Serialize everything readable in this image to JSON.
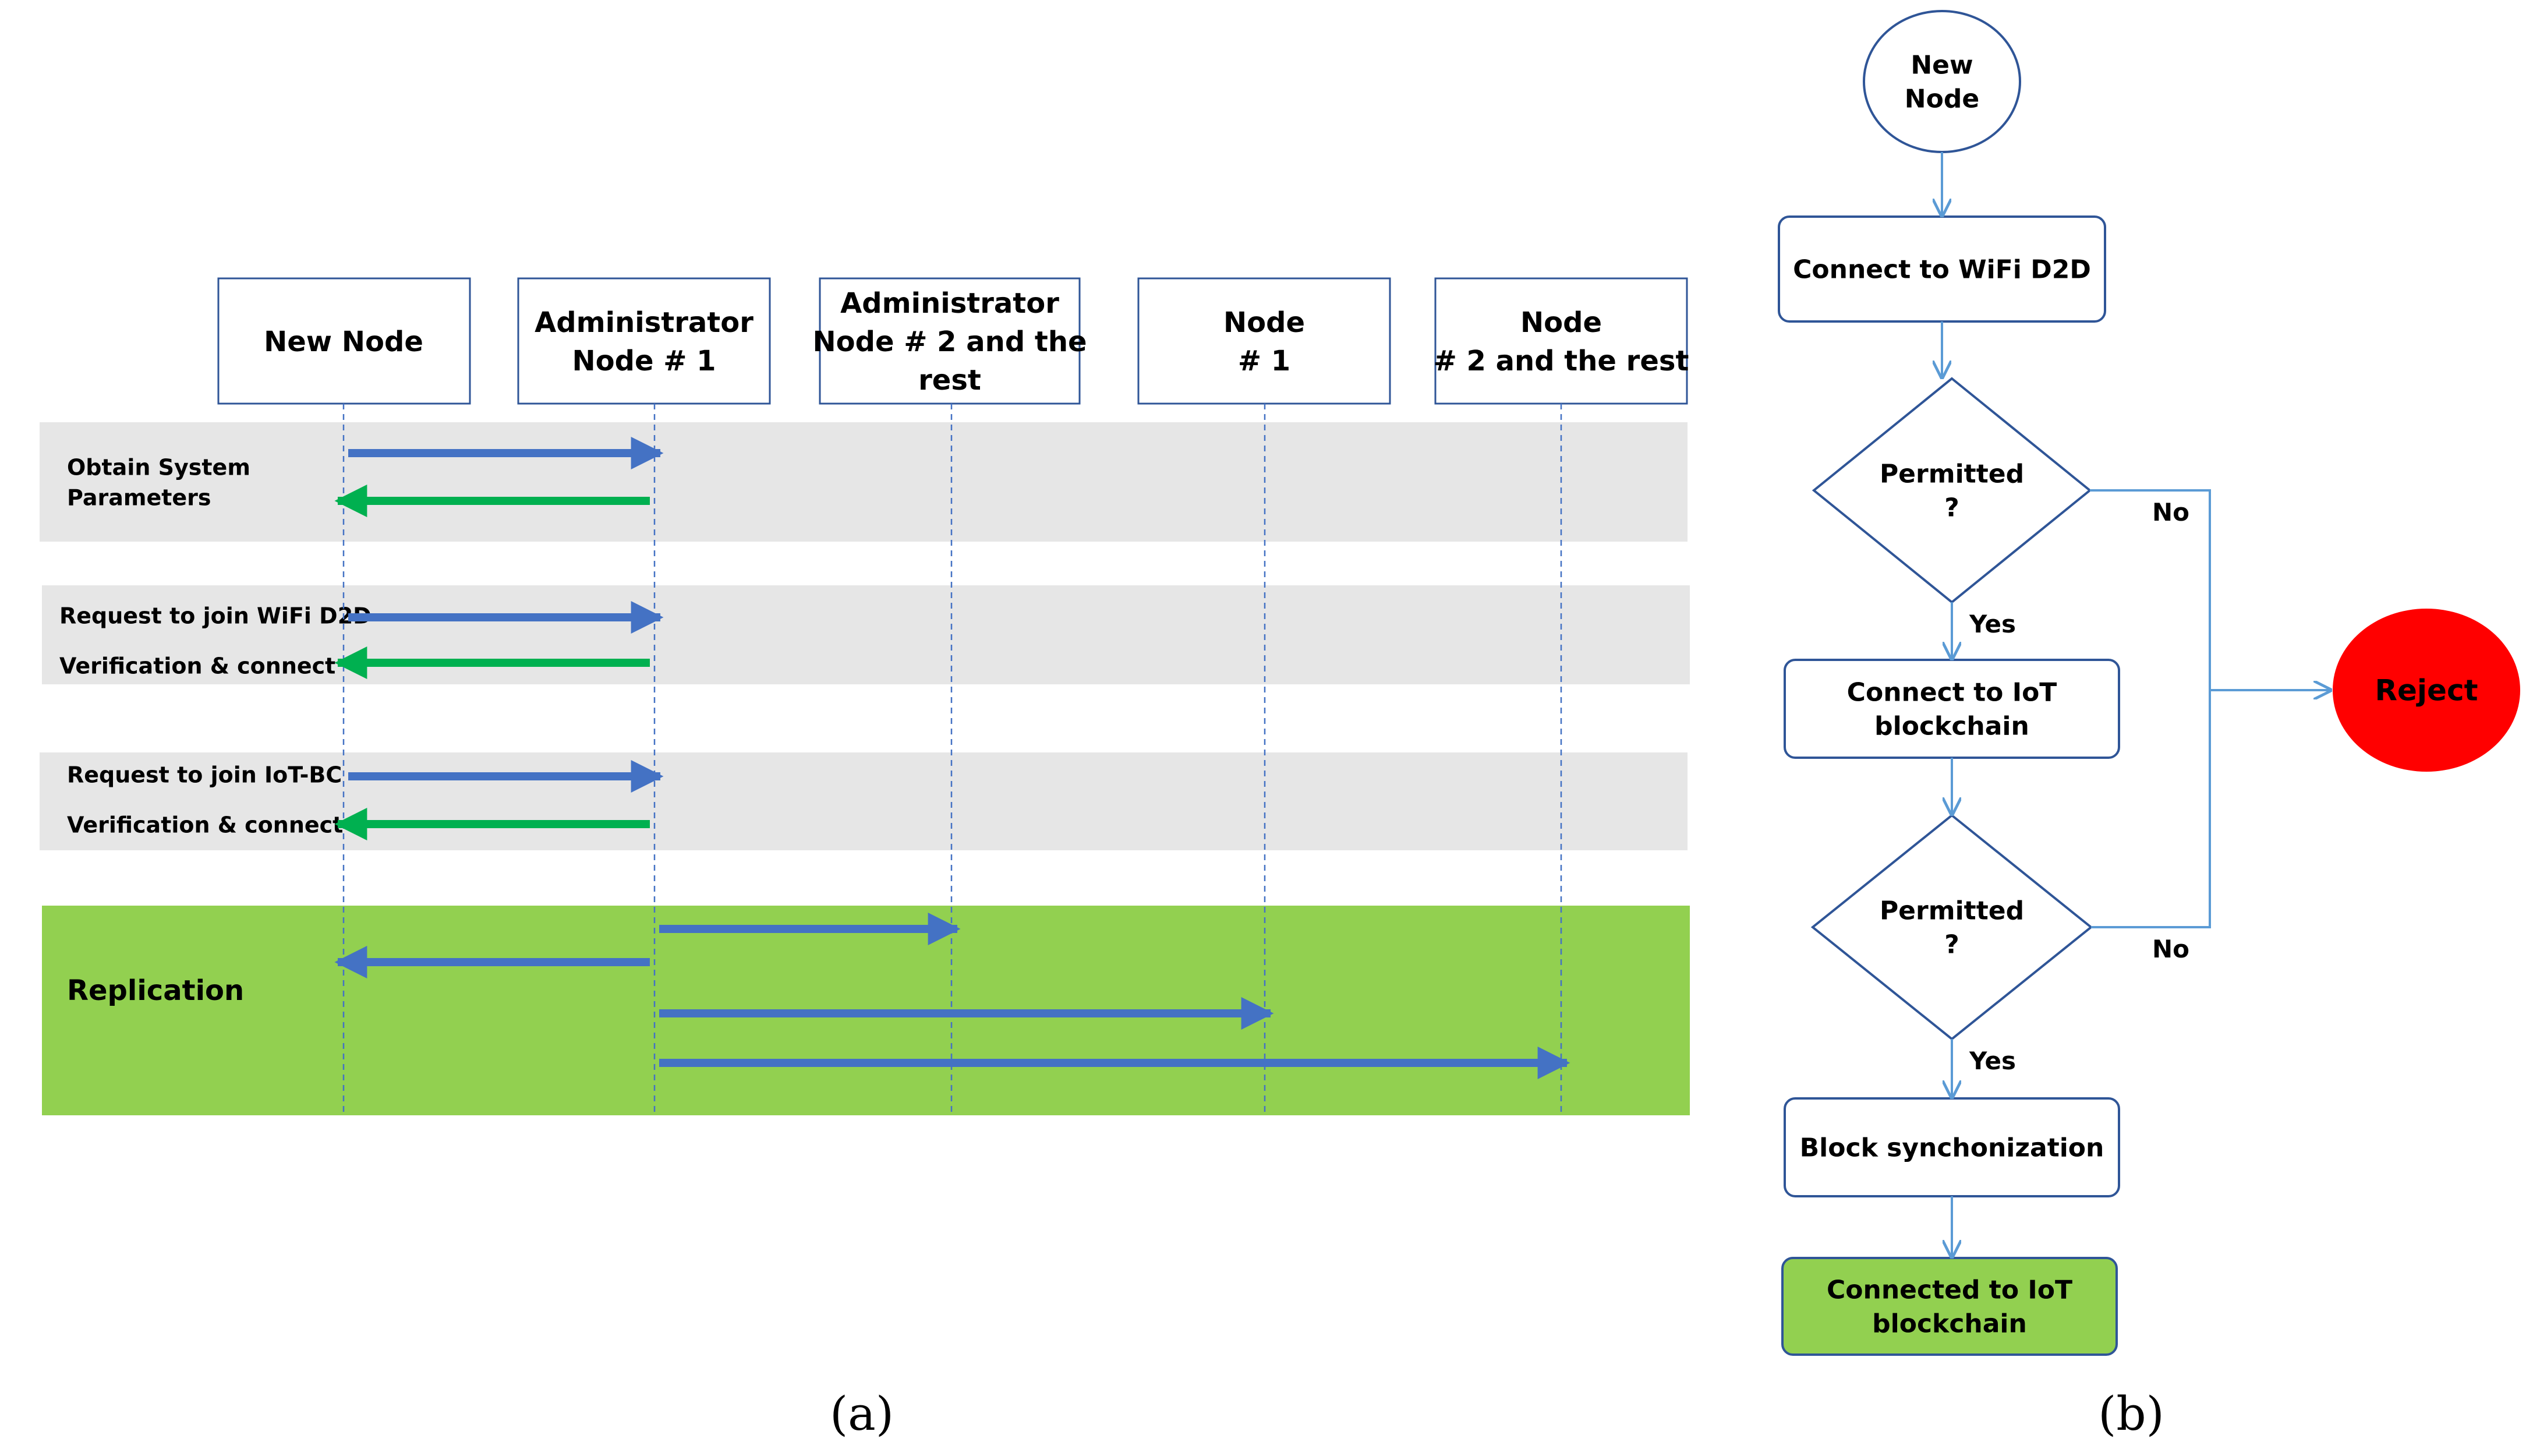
{
  "colors": {
    "band_gray": "#e6e6e6",
    "band_green": "#92d050",
    "arrow_blue": "#4472c4",
    "arrow_green": "#00b050",
    "box_stroke": "#2f5597",
    "lifeline": "#4472c4",
    "reject_fill": "#ff0000",
    "connected_fill": "#92d050",
    "flow_line": "#5b9bd5"
  },
  "sequence": {
    "participants": [
      {
        "id": "new",
        "label_lines": [
          "New Node"
        ]
      },
      {
        "id": "admin1",
        "label_lines": [
          "Administrator",
          "Node # 1"
        ]
      },
      {
        "id": "admin2",
        "label_lines": [
          "Administrator",
          "Node # 2 and the",
          "rest"
        ]
      },
      {
        "id": "node1",
        "label_lines": [
          "Node",
          "# 1"
        ]
      },
      {
        "id": "node2",
        "label_lines": [
          "Node",
          "# 2 and the rest"
        ]
      }
    ],
    "phases": [
      {
        "id": "obtain",
        "style": "gray",
        "label_lines": [
          "Obtain System",
          "Parameters"
        ]
      },
      {
        "id": "wifi",
        "style": "gray",
        "label_lines": [
          "Request to join WiFi D2D",
          "Verification & connect"
        ]
      },
      {
        "id": "iotbc",
        "style": "gray",
        "label_lines": [
          "Request to join IoT-BC",
          "Verification & connect"
        ]
      },
      {
        "id": "replication",
        "style": "green",
        "label_lines": [
          "Replication"
        ]
      }
    ],
    "messages": [
      {
        "from": "new",
        "to": "admin1",
        "phase": "obtain",
        "color": "blue"
      },
      {
        "from": "admin1",
        "to": "new",
        "phase": "obtain",
        "color": "green"
      },
      {
        "from": "new",
        "to": "admin1",
        "phase": "wifi",
        "color": "blue"
      },
      {
        "from": "admin1",
        "to": "new",
        "phase": "wifi",
        "color": "green"
      },
      {
        "from": "new",
        "to": "admin1",
        "phase": "iotbc",
        "color": "blue"
      },
      {
        "from": "admin1",
        "to": "new",
        "phase": "iotbc",
        "color": "green"
      },
      {
        "from": "admin1",
        "to": "admin2",
        "phase": "replication",
        "color": "blue"
      },
      {
        "from": "admin1",
        "to": "new",
        "phase": "replication",
        "color": "blue"
      },
      {
        "from": "admin1",
        "to": "node1",
        "phase": "replication",
        "color": "blue"
      },
      {
        "from": "admin1",
        "to": "node2",
        "phase": "replication",
        "color": "blue"
      }
    ],
    "caption": "(a)"
  },
  "flowchart": {
    "nodes": [
      {
        "id": "start",
        "shape": "circle",
        "label_lines": [
          "New",
          "Node"
        ]
      },
      {
        "id": "connect_wifi",
        "shape": "rect",
        "label_lines": [
          "Connect to WiFi D2D"
        ]
      },
      {
        "id": "perm1",
        "shape": "diamond",
        "label_lines": [
          "Permitted",
          "?"
        ]
      },
      {
        "id": "connect_iot",
        "shape": "rect",
        "label_lines": [
          "Connect to IoT",
          "blockchain"
        ]
      },
      {
        "id": "perm2",
        "shape": "diamond",
        "label_lines": [
          "Permitted",
          "?"
        ]
      },
      {
        "id": "block_sync",
        "shape": "rect",
        "label_lines": [
          "Block synchonization"
        ]
      },
      {
        "id": "connected",
        "shape": "rect-green",
        "label_lines": [
          "Connected to IoT",
          "blockchain"
        ]
      },
      {
        "id": "reject",
        "shape": "ellipse-red",
        "label_lines": [
          "Reject"
        ]
      }
    ],
    "edges": [
      {
        "from": "start",
        "to": "connect_wifi",
        "label": ""
      },
      {
        "from": "connect_wifi",
        "to": "perm1",
        "label": ""
      },
      {
        "from": "perm1",
        "to": "connect_iot",
        "label": "Yes"
      },
      {
        "from": "perm1",
        "to": "reject",
        "label": "No"
      },
      {
        "from": "connect_iot",
        "to": "perm2",
        "label": ""
      },
      {
        "from": "perm2",
        "to": "block_sync",
        "label": "Yes"
      },
      {
        "from": "perm2",
        "to": "reject",
        "label": "No"
      },
      {
        "from": "block_sync",
        "to": "connected",
        "label": ""
      }
    ],
    "caption": "(b)"
  }
}
